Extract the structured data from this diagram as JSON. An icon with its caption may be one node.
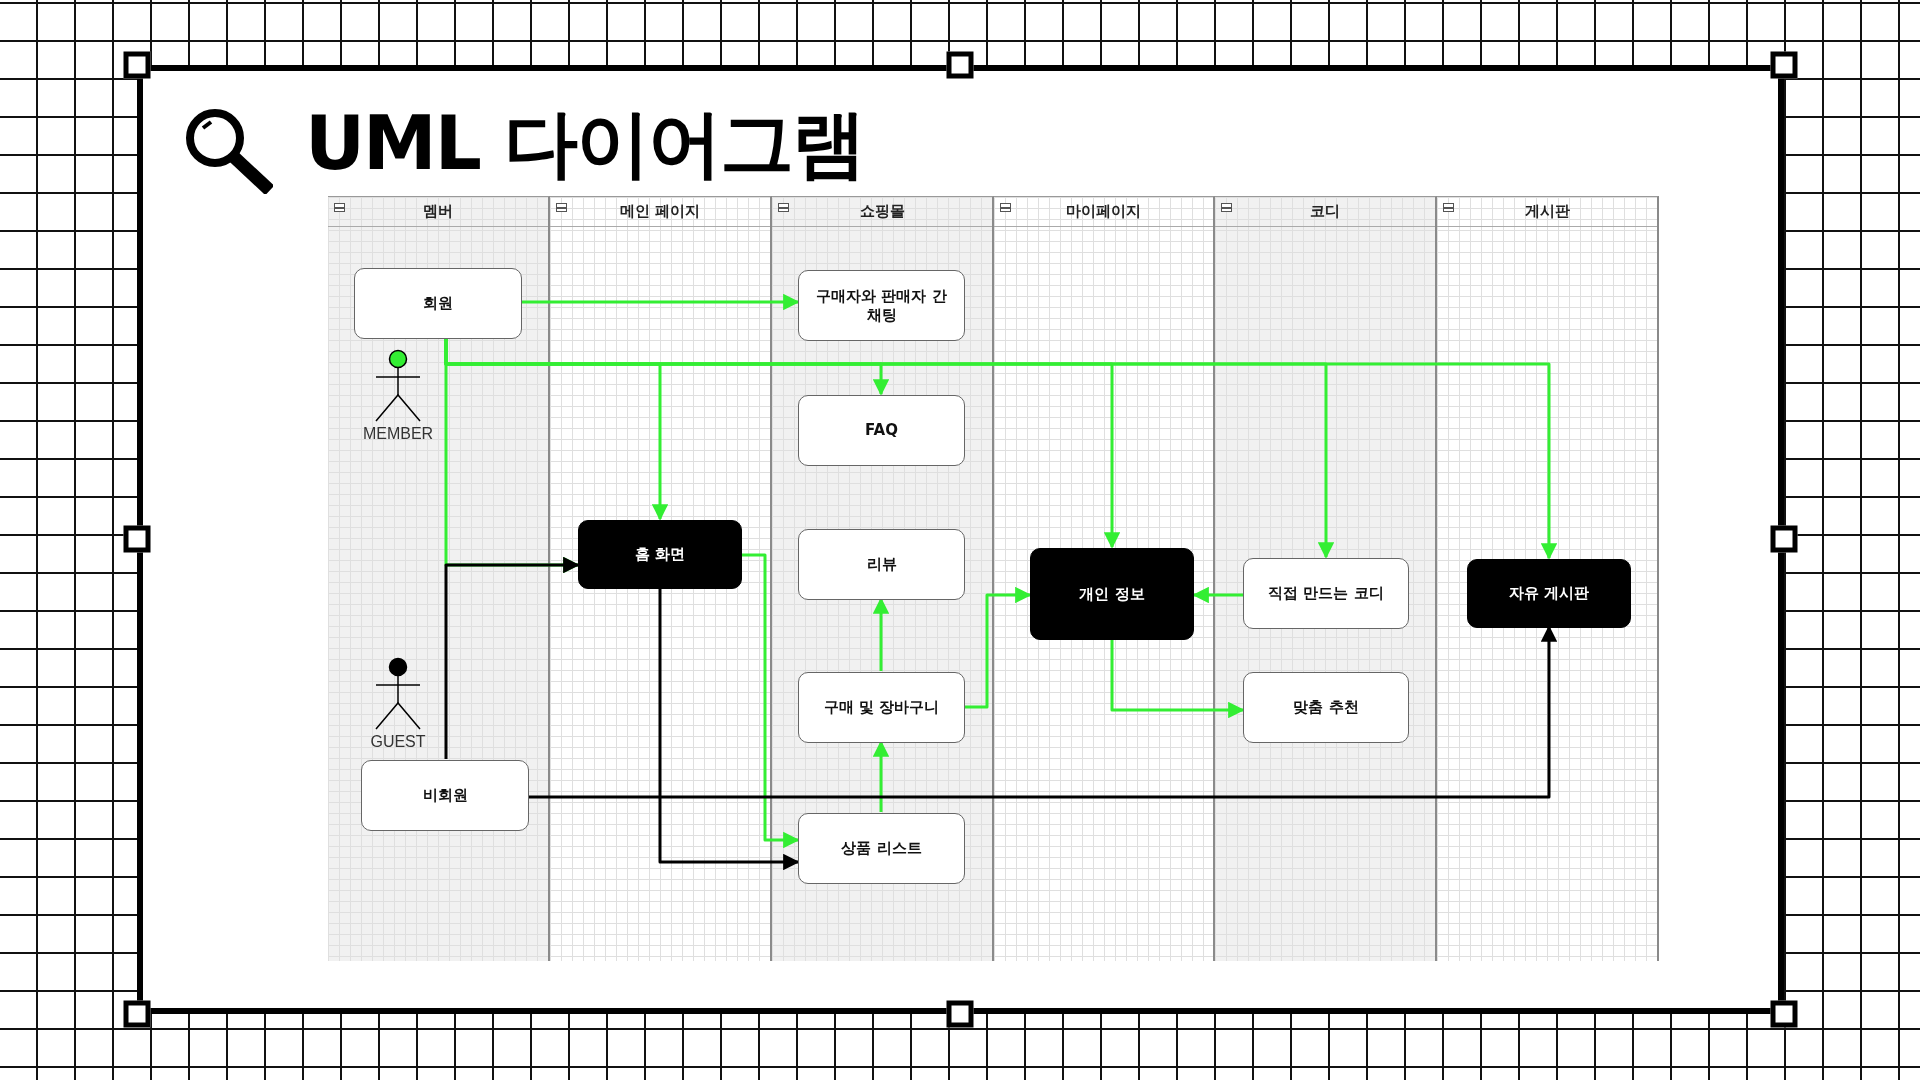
{
  "diagram": {
    "title": "UML 다이어그램",
    "nodes": [
      {
        "text": [
          "멤버"
        ]
      },
      {
        "text": [
          "메인 페이지"
        ]
      },
      {
        "text": [
          "쇼핑몰"
        ]
      },
      {
        "text": [
          "마이페이지"
        ]
      },
      {
        "text": [
          "코디"
        ]
      },
      {
        "text": [
          "게시판"
        ]
      },
      {
        "text": [
          "회원"
        ],
        "in": 0
      },
      {
        "text": [
          "MEMBER"
        ],
        "in": 0
      },
      {
        "text": [
          "GUEST"
        ],
        "in": 0
      },
      {
        "text": [
          "비회원"
        ],
        "in": 0
      },
      {
        "text": [
          "홈 화면"
        ],
        "in": 1
      },
      {
        "text": [
          "구매자와 판매자 간 채팅"
        ],
        "in": 2
      },
      {
        "text": [
          "FAQ"
        ],
        "in": 2
      },
      {
        "text": [
          "리뷰"
        ],
        "in": 2
      },
      {
        "text": [
          "구매 및 장바구니"
        ],
        "in": 2
      },
      {
        "text": [
          "상품 리스트"
        ],
        "in": 2
      },
      {
        "text": [
          "개인 정보"
        ],
        "in": 3
      },
      {
        "text": [
          "직접 만드는 코디"
        ],
        "in": 4
      },
      {
        "text": [
          "맞춤 추천"
        ],
        "in": 4
      },
      {
        "text": [
          "자유 게시판"
        ],
        "in": 5
      }
    ],
    "edges": [
      {
        "from": 6,
        "to": 11,
        "arrow": "to"
      },
      {
        "from": 6,
        "to": 10,
        "arrow": "to"
      },
      {
        "from": 6,
        "to": 12,
        "arrow": "to"
      },
      {
        "from": 6,
        "to": 16,
        "arrow": "to"
      },
      {
        "from": 6,
        "to": 17,
        "arrow": "to"
      },
      {
        "from": 6,
        "to": 19,
        "arrow": "to"
      },
      {
        "from": 6,
        "to": 10,
        "arrow": "to"
      },
      {
        "from": 9,
        "to": 10,
        "arrow": "to",
        "color": "#000000"
      },
      {
        "from": 10,
        "to": 15,
        "arrow": "to"
      },
      {
        "from": 10,
        "to": 15,
        "arrow": "to",
        "color": "#000000"
      },
      {
        "from": 15,
        "to": 14,
        "arrow": "to"
      },
      {
        "from": 14,
        "to": 13,
        "arrow": "to"
      },
      {
        "from": 14,
        "to": 16,
        "arrow": "to"
      },
      {
        "from": 17,
        "to": 16,
        "arrow": "to"
      },
      {
        "from": 16,
        "to": 18,
        "arrow": "to"
      },
      {
        "from": 9,
        "to": 19,
        "arrow": "to",
        "color": "#000000"
      }
    ]
  }
}
